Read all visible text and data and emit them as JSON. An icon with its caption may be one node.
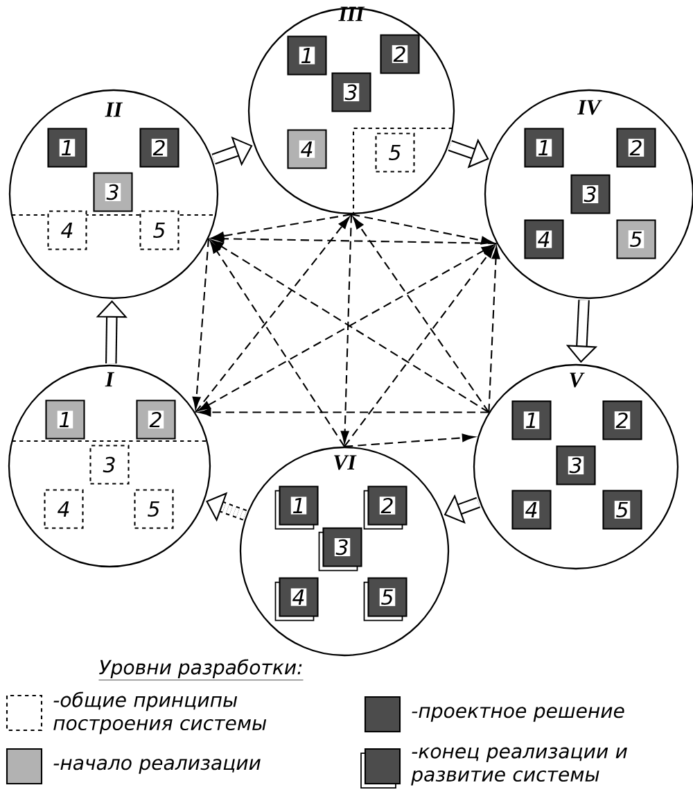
{
  "diagram": {
    "nodes": [
      {
        "text": [
          "I"
        ]
      },
      {
        "text": [
          "1"
        ],
        "in": 0
      },
      {
        "text": [
          "2"
        ],
        "in": 0
      },
      {
        "text": [
          "3"
        ],
        "in": 0
      },
      {
        "text": [
          "4"
        ],
        "in": 0
      },
      {
        "text": [
          "5"
        ],
        "in": 0
      },
      {
        "text": [
          "II"
        ]
      },
      {
        "text": [
          "1"
        ],
        "in": 6
      },
      {
        "text": [
          "2"
        ],
        "in": 6
      },
      {
        "text": [
          "3"
        ],
        "in": 6
      },
      {
        "text": [
          "4"
        ],
        "in": 6
      },
      {
        "text": [
          "5"
        ],
        "in": 6
      },
      {
        "text": [
          "III"
        ]
      },
      {
        "text": [
          "1"
        ],
        "in": 12
      },
      {
        "text": [
          "2"
        ],
        "in": 12
      },
      {
        "text": [
          "3"
        ],
        "in": 12
      },
      {
        "text": [
          "4"
        ],
        "in": 12
      },
      {
        "text": [
          "5"
        ],
        "in": 12
      },
      {
        "text": [
          "IV"
        ]
      },
      {
        "text": [
          "1"
        ],
        "in": 18
      },
      {
        "text": [
          "2"
        ],
        "in": 18
      },
      {
        "text": [
          "3"
        ],
        "in": 18
      },
      {
        "text": [
          "4"
        ],
        "in": 18
      },
      {
        "text": [
          "5"
        ],
        "in": 18
      },
      {
        "text": [
          "V"
        ]
      },
      {
        "text": [
          "1"
        ],
        "in": 24
      },
      {
        "text": [
          "2"
        ],
        "in": 24
      },
      {
        "text": [
          "3"
        ],
        "in": 24
      },
      {
        "text": [
          "4"
        ],
        "in": 24
      },
      {
        "text": [
          "5"
        ],
        "in": 24
      },
      {
        "text": [
          "VI"
        ]
      },
      {
        "text": [
          "1"
        ],
        "in": 30
      },
      {
        "text": [
          "2"
        ],
        "in": 30
      },
      {
        "text": [
          "3"
        ],
        "in": 30
      },
      {
        "text": [
          "4"
        ],
        "in": 30
      },
      {
        "text": [
          "5"
        ],
        "in": 30
      }
    ],
    "edges": [
      {
        "from": 0,
        "to": 6,
        "arrow": "to",
        "style": "thick"
      },
      {
        "from": 6,
        "to": 12,
        "arrow": "to",
        "style": "thick"
      },
      {
        "from": 12,
        "to": 18,
        "arrow": "to",
        "style": "thick"
      },
      {
        "from": 18,
        "to": 24,
        "arrow": "to",
        "style": "thick"
      },
      {
        "from": 24,
        "to": 30,
        "arrow": "to",
        "style": "thick"
      },
      {
        "from": 30,
        "to": 0,
        "arrow": "to",
        "style": "dashed"
      },
      {
        "from": 12,
        "to": 6,
        "arrow": "to",
        "style": "dashed"
      },
      {
        "from": 12,
        "to": 18,
        "arrow": "to",
        "style": "dashed"
      },
      {
        "from": 0,
        "to": 12,
        "arrow": "to",
        "style": "dashed"
      },
      {
        "from": 24,
        "to": 12,
        "arrow": "to",
        "style": "dashed"
      },
      {
        "from": 12,
        "to": 30,
        "arrow": "to",
        "style": "dashed"
      },
      {
        "from": 18,
        "to": 6,
        "arrow": "to",
        "style": "dashed"
      },
      {
        "from": 6,
        "to": 0,
        "arrow": "to",
        "style": "dashed"
      },
      {
        "from": 24,
        "to": 6,
        "arrow": "to",
        "style": "dashed"
      },
      {
        "from": 30,
        "to": 6,
        "arrow": "to",
        "style": "dashed"
      },
      {
        "from": 0,
        "to": 18,
        "arrow": "both",
        "style": "dashed"
      },
      {
        "from": 24,
        "to": 18,
        "arrow": "to",
        "style": "dashed"
      },
      {
        "from": 30,
        "to": 18,
        "arrow": "to",
        "style": "dashed"
      },
      {
        "from": 24,
        "to": 0,
        "arrow": "to",
        "style": "dashed"
      },
      {
        "from": 30,
        "to": 24,
        "arrow": "to",
        "style": "dashed"
      }
    ],
    "labels": [
      "Уровни разработки:"
    ],
    "legend": [
      {
        "text": "-общие принципы построения системы"
      },
      {
        "text": "-начало реализации"
      },
      {
        "text": "-проектное решение"
      },
      {
        "text": "-конец реализации и развитие системы"
      }
    ]
  }
}
